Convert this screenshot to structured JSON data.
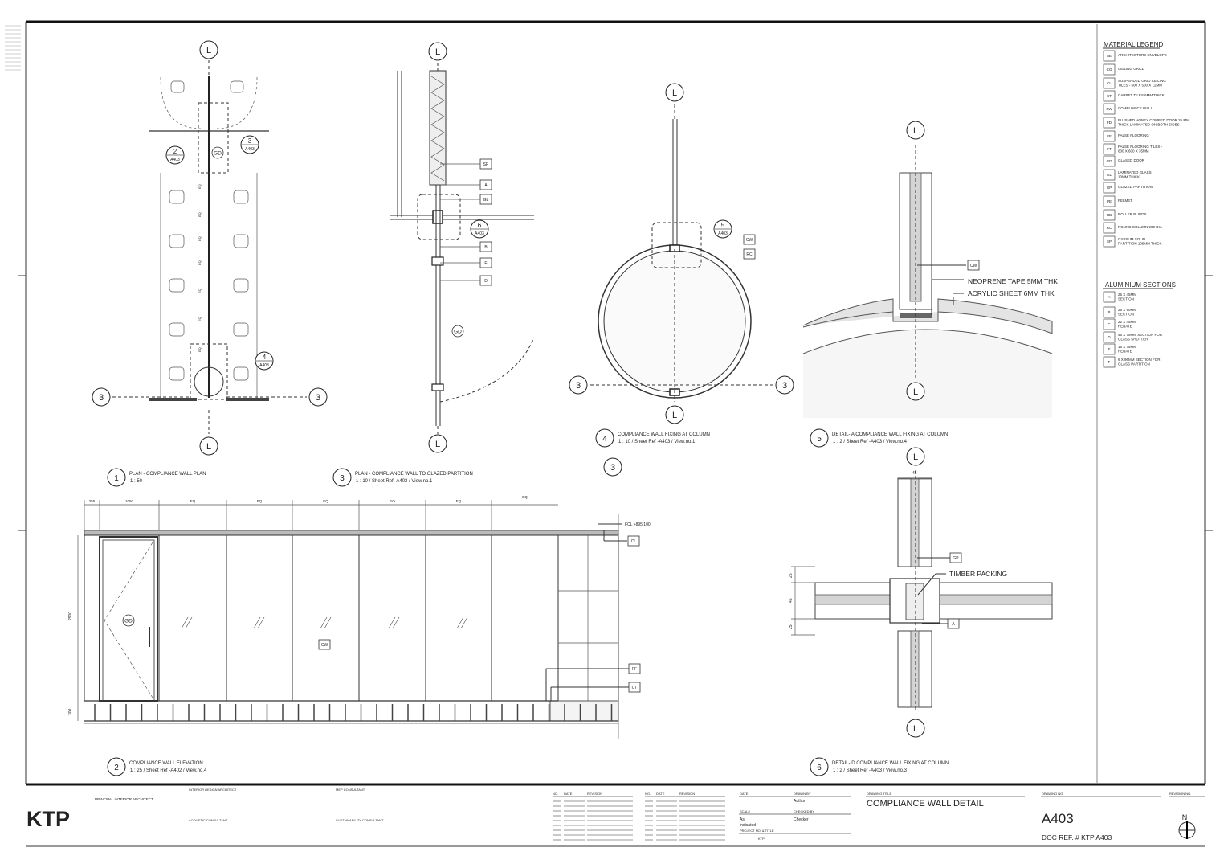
{
  "sheet": {
    "logo": "KTP",
    "drawing_title_label": "DRAWING TITLE",
    "drawing_title": "COMPLIANCE WALL DETAIL",
    "drawing_no_label": "DRAWING NO.",
    "drawing_no": "A403",
    "revision_no_label": "REVISION NO.",
    "doc_ref": "DOC REF. # KTP  A403",
    "north": "N",
    "principal": "PRINCIPAL INTERIOR ARCHITECT",
    "interior": "INTERIOR DESIGN ARCHITECT",
    "mep": "MEP CONSULTANT",
    "acoustic": "ACOUSTIC CONSULTANT",
    "sustainability": "SUSTAINABILITY CONSULTANT",
    "rev_headers": [
      "NO.",
      "DATE",
      "REVISION"
    ],
    "date_label": "DATE",
    "drawn_by_label": "DRAWN BY",
    "drawn_by": "Author",
    "scale_label": "SCALE",
    "scale_line1": "As",
    "scale_line2": "indicated",
    "checked_by_label": "CHECKED BY",
    "checked_by": "Checker",
    "project_label": "PROJECT NO. & TITLE",
    "project": "KTP"
  },
  "legend": {
    "title": "MATERIAL LEGEND",
    "items": [
      {
        "code": "AE",
        "lines": [
          "ARCHITECTURE ENVELOPE"
        ]
      },
      {
        "code": "CG",
        "lines": [
          "CEILING GRILL"
        ]
      },
      {
        "code": "CL",
        "lines": [
          "SUSPENDED GRID CEILING",
          "TILES  - 500 X 500 X 12MM"
        ]
      },
      {
        "code": "CT",
        "lines": [
          "CARPET TILES 6MM THICK"
        ]
      },
      {
        "code": "CW",
        "lines": [
          "COMPLIANCE WALL"
        ]
      },
      {
        "code": "FD",
        "lines": [
          "FLUSHED HONEY COMBED DOOR 35 MM",
          "THICK LAMINATED ON BOTH SIDES"
        ]
      },
      {
        "code": "FF",
        "lines": [
          "FALSE FLOORING"
        ]
      },
      {
        "code": "FT",
        "lines": [
          "FALSE FLOORING  TILES -",
          "600 X 600 X 35MM"
        ]
      },
      {
        "code": "GD",
        "lines": [
          "GLASED DOOR"
        ]
      },
      {
        "code": "GL",
        "lines": [
          "LAMINATED GLASS",
          "10MM THICK"
        ]
      },
      {
        "code": "GP",
        "lines": [
          "GLAZED PARTITION"
        ]
      },
      {
        "code": "PE",
        "lines": [
          "PELMET"
        ]
      },
      {
        "code": "RB",
        "lines": [
          "ROLLER BLINDS"
        ]
      },
      {
        "code": "RC",
        "lines": [
          "ROUND COLUMN 900 DIA"
        ]
      },
      {
        "code": "SP",
        "lines": [
          "GYPSUM SOLID",
          "PARTITION 105MM  THICK"
        ]
      }
    ]
  },
  "aluminium": {
    "title": "ALUMINIUM SECTIONS",
    "items": [
      {
        "code": "A",
        "lines": [
          "25 X 45MM",
          "SECTION"
        ]
      },
      {
        "code": "B",
        "lines": [
          "25 X 90MM",
          "SECTION"
        ]
      },
      {
        "code": "C",
        "lines": [
          "22 X 45MM",
          " REBATE"
        ]
      },
      {
        "code": "D",
        "lines": [
          "45 X 75MM SECTION FOR",
          "GLASS SHUTTER"
        ]
      },
      {
        "code": "E",
        "lines": [
          "15 X 75MM",
          "REBATE"
        ]
      },
      {
        "code": "F",
        "lines": [
          "6 X 96MM SECTION FOR",
          "GLASS PARTITION"
        ]
      }
    ]
  },
  "views": [
    {
      "num": "1",
      "title": "PLAN - COMPLIANCE WALL PLAN",
      "sub": "1 : 50"
    },
    {
      "num": "3",
      "title": "PLAN - COMPLIANCE WALL TO GLAZED PARTITION",
      "sub": "1 : 10 / Sheet Ref -A403  / View.no.1"
    },
    {
      "num": "4",
      "title": "COMPLIANCE WALL FIXING AT COLUMN",
      "sub": "1 : 10 / Sheet Ref -A403  / View.no.1"
    },
    {
      "num": "5",
      "title": "DETAIL- A COMPLIANCE WALL FIXING AT COLUMN",
      "sub": "1 : 2 / Sheet Ref -A403  / View.no.4"
    },
    {
      "num": "2",
      "title": "COMPLIANCE WALL ELEVATION",
      "sub": "1 : 25 / Sheet Ref -A402  / View.no.4"
    },
    {
      "num": "6",
      "title": "DETAIL- D COMPLIANCE WALL FIXING AT COLUMN",
      "sub": "1 : 2 / Sheet Ref -A403  / View.no.3"
    }
  ],
  "grid_bubbles": [
    "L",
    "L",
    "3",
    "3",
    "L",
    "L",
    "L",
    "L",
    "3",
    "3",
    "L",
    "L",
    "L",
    "L",
    "3"
  ],
  "tags": [
    "SP",
    "A",
    "GL",
    "B",
    "E",
    "D",
    "CW",
    "RC",
    "CW",
    "GP",
    "A",
    "CL",
    "FF",
    "CT",
    "CW"
  ],
  "circle_tags": [
    "GD",
    "GD",
    "GD"
  ],
  "section_refs": [
    {
      "num": "3",
      "sheet": "A403"
    },
    {
      "num": "4",
      "sheet": "A403"
    },
    {
      "num": "6",
      "sheet": "A403"
    },
    {
      "num": "5",
      "sheet": "A403"
    },
    {
      "num": "2",
      "sheet": "A403"
    }
  ],
  "annotations": {
    "neoprene": "NEOPRENE TAPE 5MM THK",
    "acrylic": "ACRYLIC SHEET 6MM THK",
    "timber": "TIMBER PACKING",
    "fcl": "FCL +895.100"
  },
  "dims": {
    "elevation_top": [
      "255",
      "1050",
      "EQ",
      "EQ",
      "EQ",
      "EQ",
      "EQ",
      "EQ"
    ],
    "elevation_height": "2900",
    "elevation_floor": "300",
    "plan_eq": "EQ",
    "detail_d": [
      "25",
      "45",
      "25"
    ],
    "detail_d_top": "45"
  }
}
